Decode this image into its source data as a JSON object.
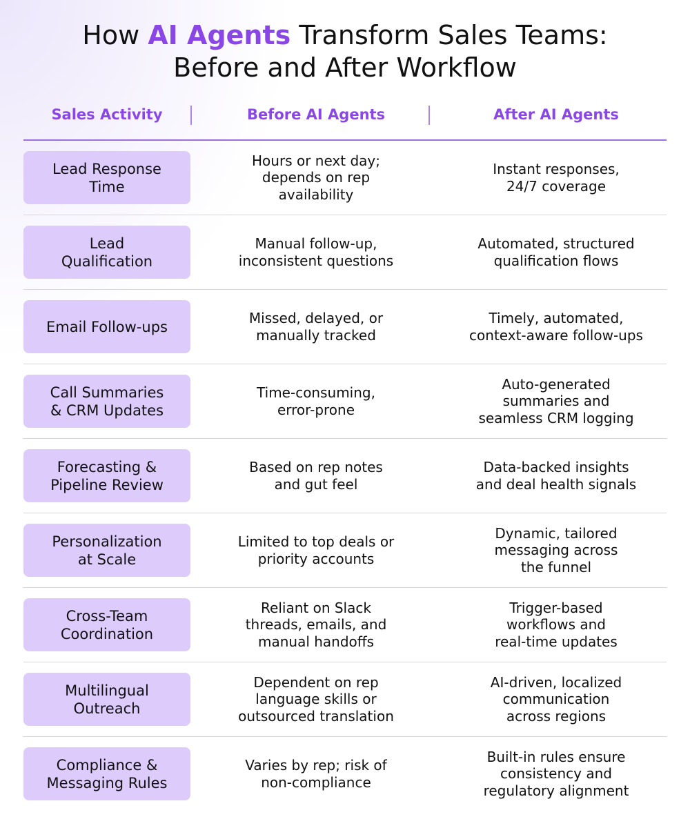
{
  "title": {
    "prefix": "How ",
    "accent": "AI Agents",
    "suffix": " Transform Sales Teams:",
    "line2": "Before and After Workflow"
  },
  "header": {
    "col1": "Sales Activity",
    "separator": "|",
    "col2": "Before AI Agents",
    "col3": "After AI Agents"
  },
  "colors": {
    "accent": "#8a47e6",
    "activity_fill": "#dccbfb",
    "divider": "#d6d6d6"
  },
  "rows": [
    {
      "activity": "Lead Response\nTime",
      "before": "Hours or next day;\ndepends on rep\navailability",
      "after": "Instant responses,\n24/7 coverage"
    },
    {
      "activity": "Lead\nQualification",
      "before": "Manual follow-up,\ninconsistent questions",
      "after": "Automated, structured\nqualification flows"
    },
    {
      "activity": "Email Follow-ups",
      "before": "Missed, delayed, or\nmanually tracked",
      "after": "Timely, automated,\ncontext-aware follow-ups"
    },
    {
      "activity": "Call Summaries\n& CRM Updates",
      "before": "Time-consuming,\nerror-prone",
      "after": "Auto-generated\nsummaries and\nseamless CRM logging"
    },
    {
      "activity": "Forecasting &\nPipeline Review",
      "before": "Based on rep notes\nand gut feel",
      "after": "Data-backed insights\nand deal health signals"
    },
    {
      "activity": "Personalization\nat Scale",
      "before": "Limited to top deals or\npriority accounts",
      "after": "Dynamic, tailored\nmessaging across\nthe funnel"
    },
    {
      "activity": "Cross-Team\nCoordination",
      "before": "Reliant on Slack\nthreads, emails, and\nmanual handoffs",
      "after": "Trigger-based\nworkflows and\nreal-time updates"
    },
    {
      "activity": "Multilingual\nOutreach",
      "before": "Dependent on rep\nlanguage skills or\noutsourced translation",
      "after": "AI-driven, localized\ncommunication\nacross regions"
    },
    {
      "activity": "Compliance &\nMessaging Rules",
      "before": "Varies by rep; risk of\nnon-compliance",
      "after": "Built-in rules ensure\nconsistency and\nregulatory alignment"
    }
  ]
}
